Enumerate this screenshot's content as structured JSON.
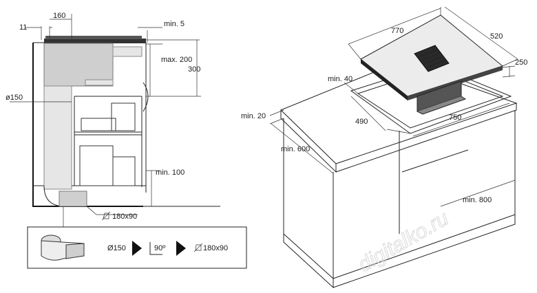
{
  "side_view": {
    "dim_11": "11",
    "dim_160": "160",
    "dim_min5": "min. 5",
    "dim_max200": "max. 200",
    "dim_300": "300",
    "dim_dia150": "ø150",
    "dim_min100": "min. 100",
    "dim_duct": "180x90"
  },
  "adapter_box": {
    "round_label": "Ø150",
    "angle_label": "90º",
    "rect_label": "180x90"
  },
  "iso_view": {
    "dim_770": "770",
    "dim_520": "520",
    "dim_250": "250",
    "dim_min40": "min. 40",
    "dim_490": "490",
    "dim_750": "750",
    "dim_min20": "min. 20",
    "dim_min600": "min. 600",
    "dim_min800": "min. 800"
  },
  "watermark": "digitalko.ru"
}
